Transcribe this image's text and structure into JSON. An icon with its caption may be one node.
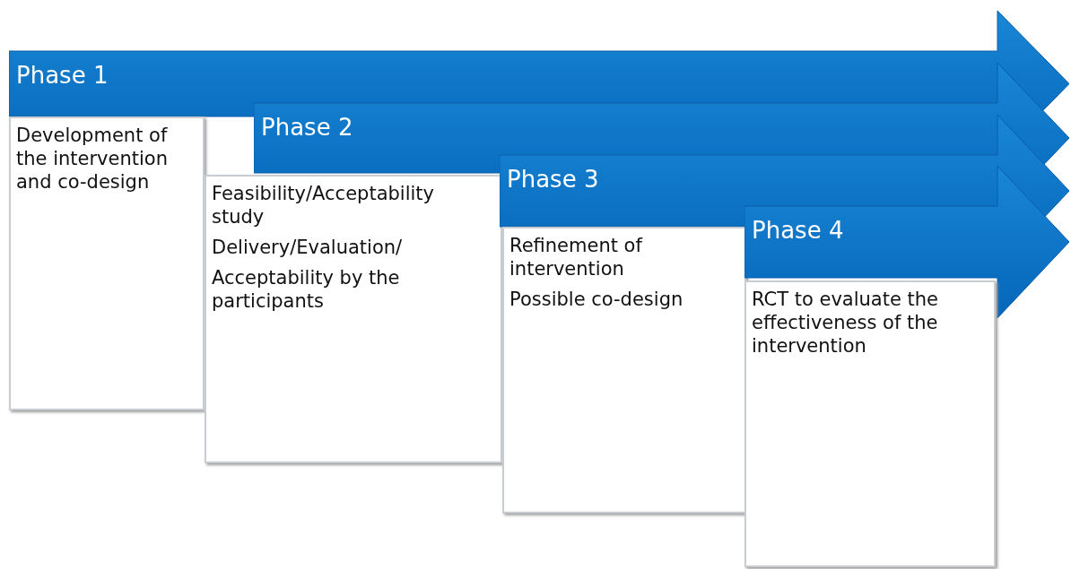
{
  "diagram": {
    "nodes": [
      {
        "text": [
          "Phase 1"
        ]
      },
      {
        "text": [
          "Development of the intervention and co-design"
        ]
      },
      {
        "text": [
          "Phase 2"
        ]
      },
      {
        "text": [
          "Feasibility/Acceptability study",
          "Delivery/Evaluation/",
          "Acceptability by the participants"
        ]
      },
      {
        "text": [
          "Phase 3"
        ]
      },
      {
        "text": [
          "Refinement of intervention",
          "Possible co-design"
        ]
      },
      {
        "text": [
          "Phase 4"
        ]
      },
      {
        "text": [
          "RCT to evaluate the effectiveness of the intervention"
        ]
      }
    ]
  }
}
